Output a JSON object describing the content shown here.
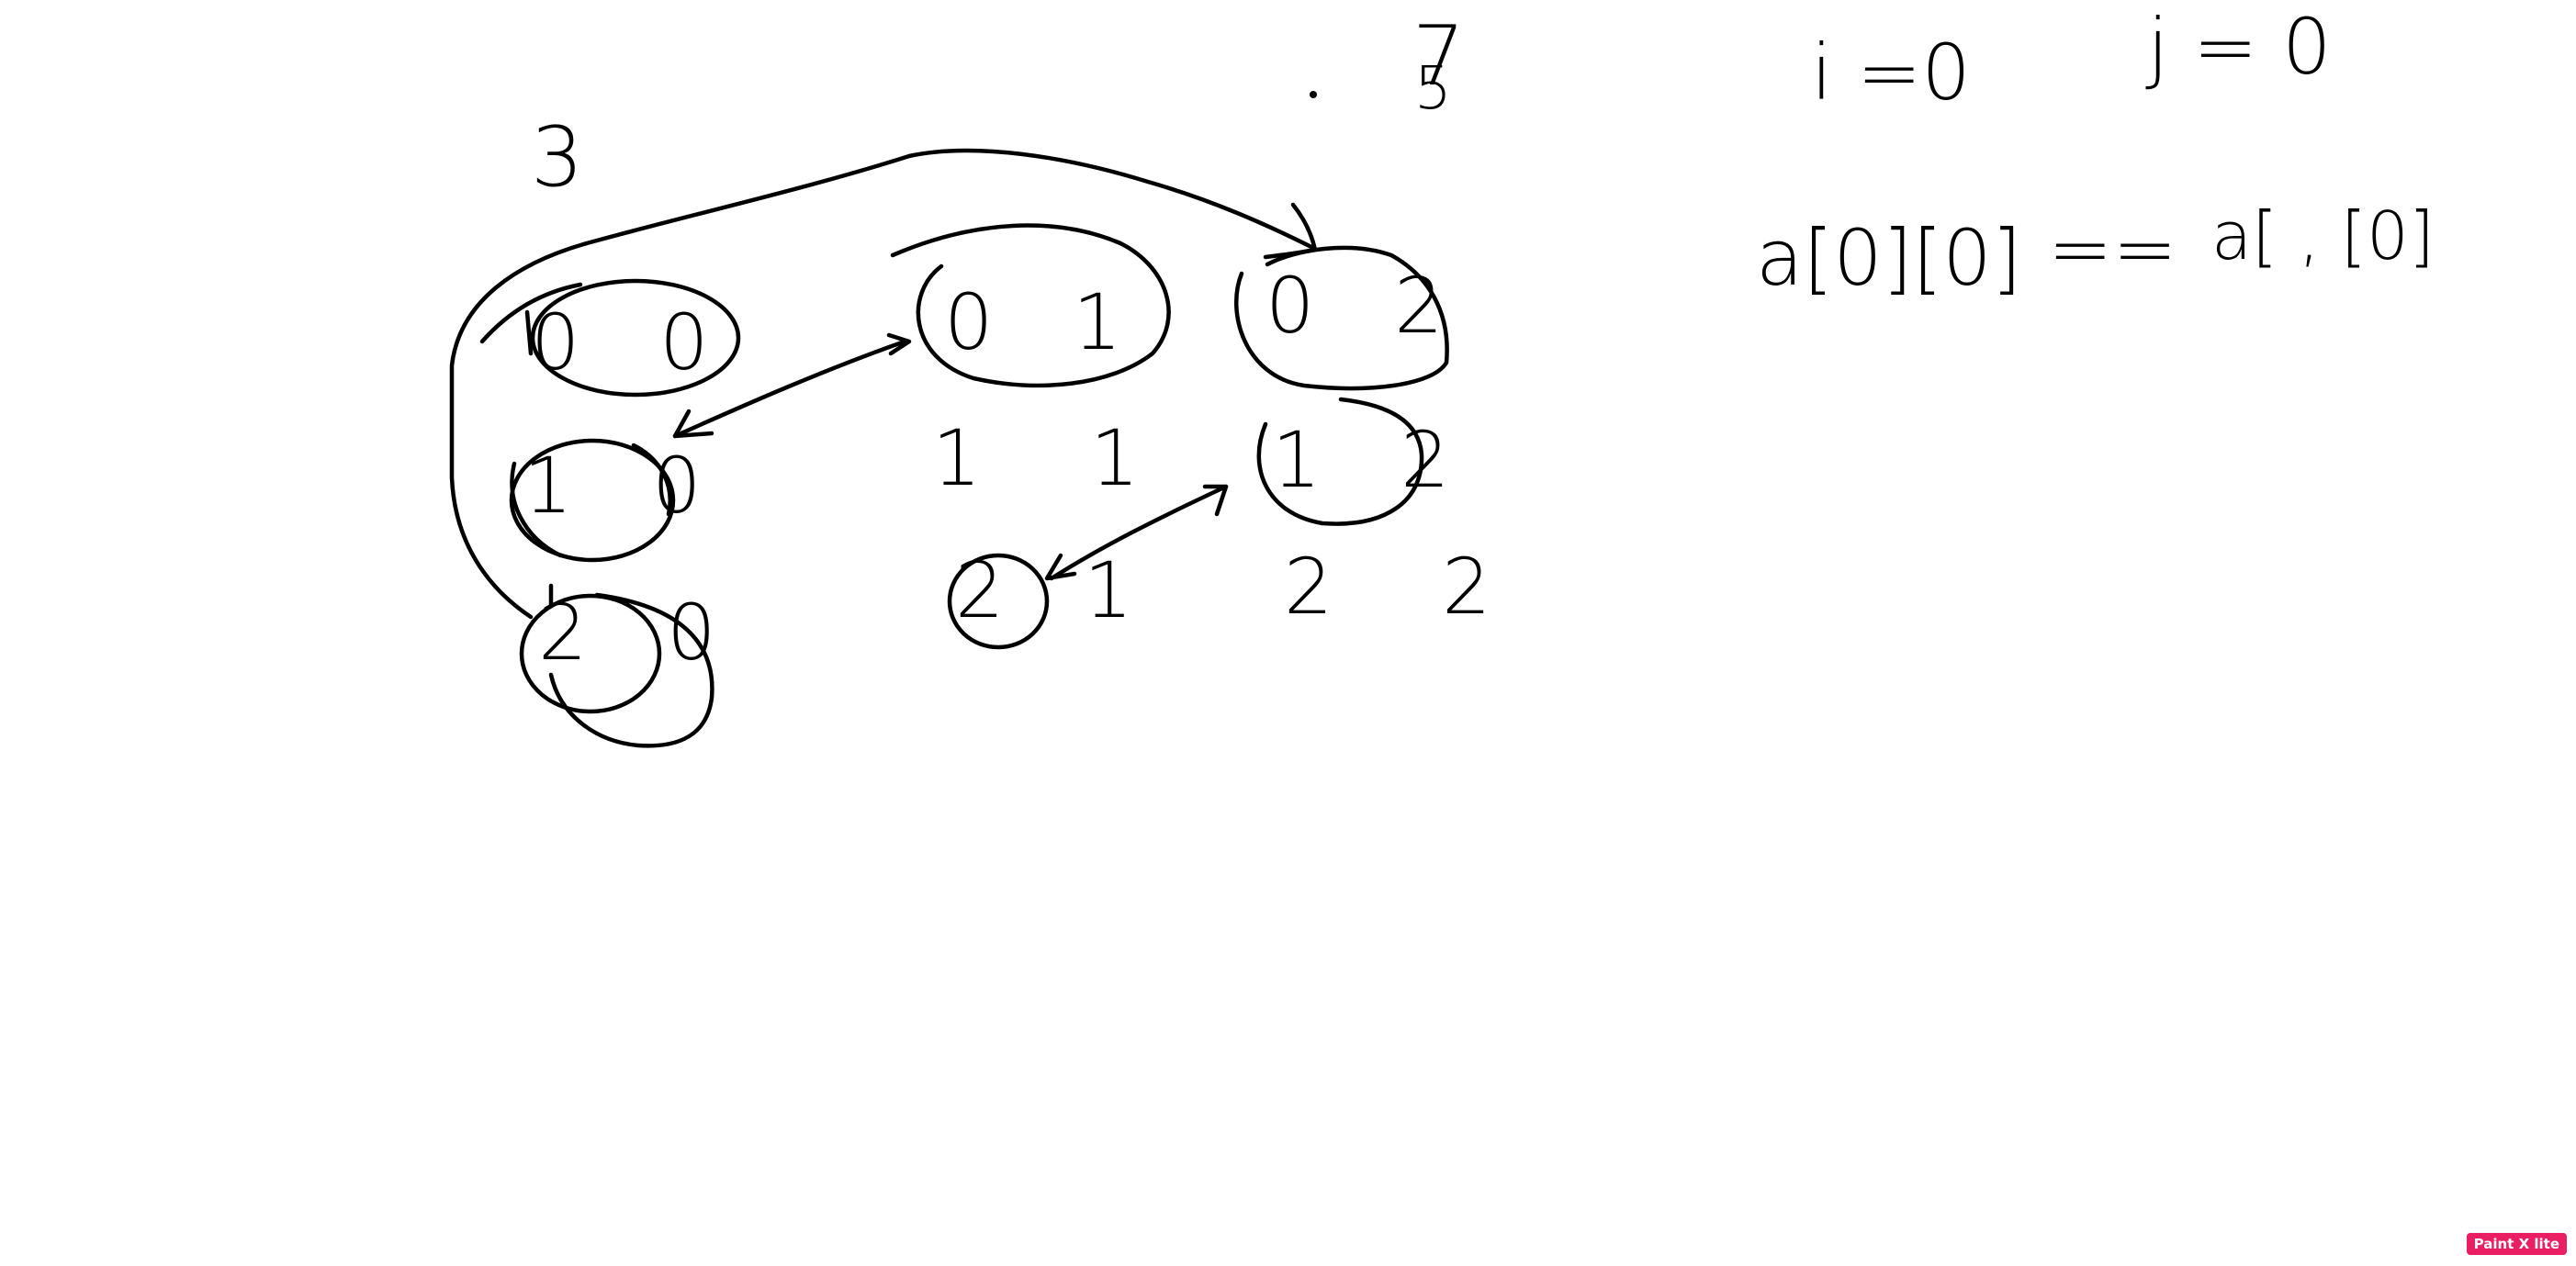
{
  "annotations": {
    "corner_left": "3",
    "corner_top": "7",
    "corner_top_sub": "5"
  },
  "grid": {
    "cells": {
      "c00": "0 0",
      "c01": "0 1",
      "c02": "0 2",
      "c10": "1 0",
      "c11": "1 1",
      "c12": "1 2",
      "c20": "2 0",
      "c21": "2 1",
      "c22": "2 2"
    }
  },
  "notes": {
    "i_assign": "i =0",
    "j_assign": "j = 0",
    "lhs": "a[0][0]",
    "op": "==",
    "rhs": "a[ , [0]"
  },
  "watermark": "Paint X lite"
}
